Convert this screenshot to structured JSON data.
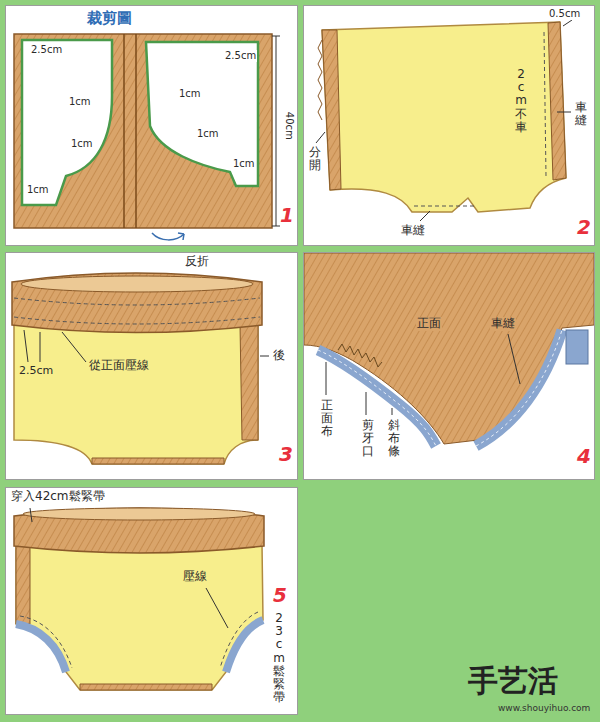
{
  "diagram": {
    "nodes": [
      {
        "text": [
          "裁剪圖",
          "2.5cm",
          "1cm",
          "1cm",
          "1cm",
          "2.5cm",
          "1cm",
          "1cm",
          "1cm",
          "40cm",
          "1"
        ]
      },
      {
        "text": [
          "0.5cm",
          "2cm不車",
          "車縫",
          "分開",
          "車縫",
          "2"
        ]
      },
      {
        "text": [
          "反折",
          "2.5cm",
          "從正面壓線",
          "後",
          "3"
        ]
      },
      {
        "text": [
          "正面",
          "車縫",
          "正面布",
          "剪牙口",
          "斜布條",
          "4"
        ]
      },
      {
        "text": [
          "穿入42cm鬆緊帶",
          "壓線",
          "23cm鬆緊帶",
          "5"
        ]
      }
    ],
    "labels": [
      "手艺活",
      "www.shouyihuo.com"
    ]
  }
}
